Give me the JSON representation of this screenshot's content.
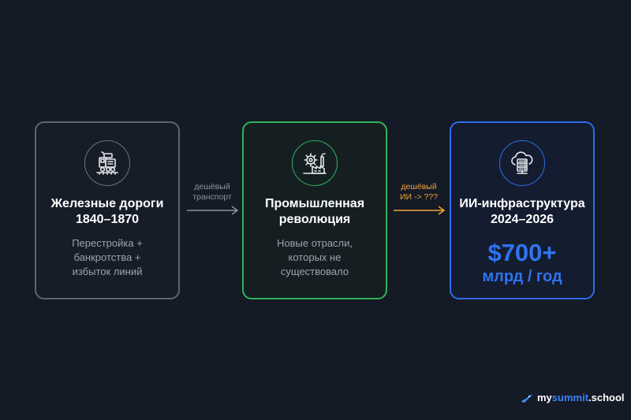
{
  "cards": [
    {
      "icon": "train-icon",
      "title": "Железные дороги\n1840–1870",
      "description": "Перестройка +\nбанкротства +\nизбыток линий",
      "color": "#5d6573"
    },
    {
      "icon": "factory-gear-icon",
      "title": "Промышленная\nреволюция",
      "description": "Новые отрасли,\nкоторых не\nсуществовало",
      "color": "#2fb45a"
    },
    {
      "icon": "cloud-server-icon",
      "title": "ИИ-инфраструктура\n2024–2026",
      "value": "$700+",
      "unit": "млрд / год",
      "color": "#2d6bea"
    }
  ],
  "arrows": [
    {
      "label": "дешёвый\nтранспорт",
      "color": "#8b93a1"
    },
    {
      "label": "дешёвый\nИИ -> ???",
      "color": "#f0a33a"
    }
  ],
  "logo": {
    "part1": "my",
    "part2": "summit",
    "part3": ".school"
  },
  "colors": {
    "background": "#141a26",
    "accent_blue": "#2f73f0",
    "accent_green": "#2fb45a",
    "accent_orange": "#f0a33a"
  }
}
